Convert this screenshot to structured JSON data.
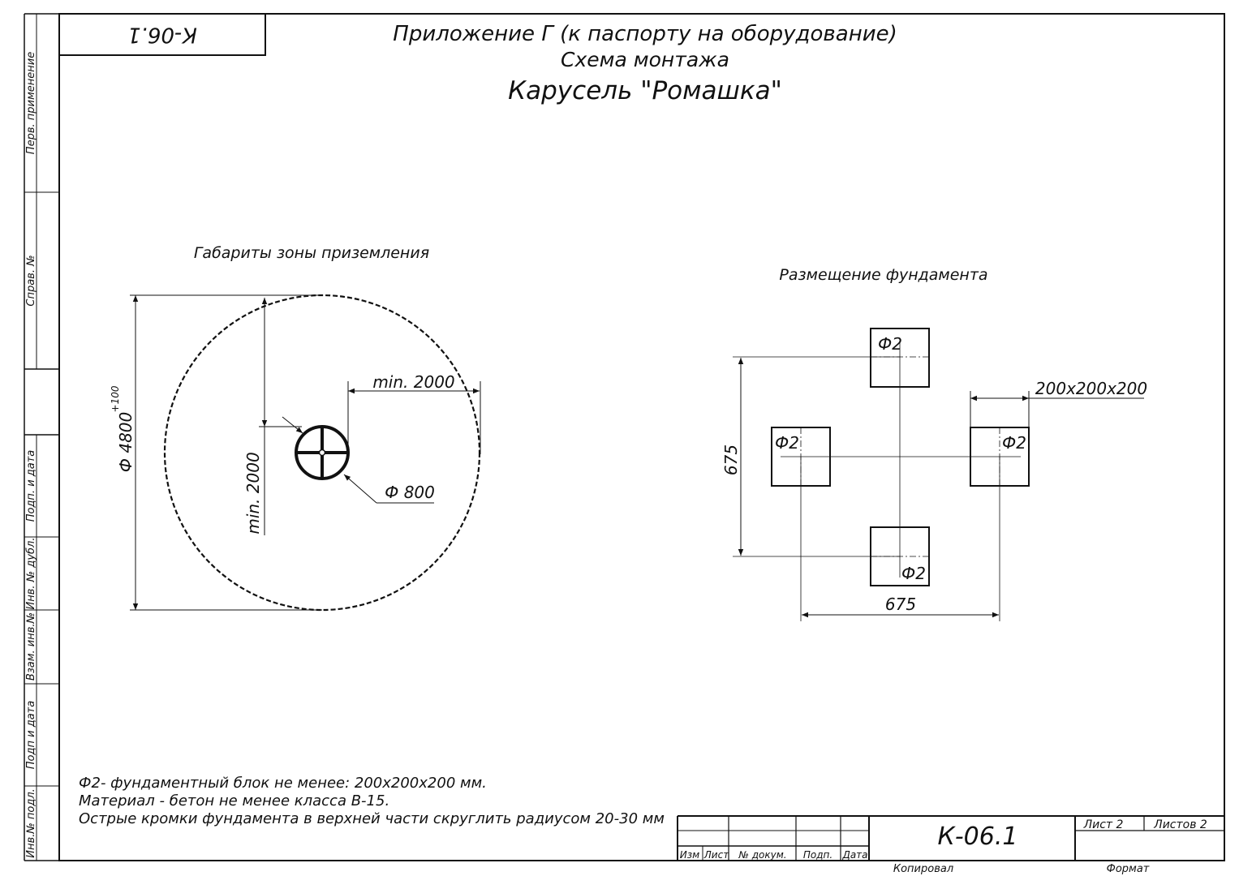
{
  "frame": {
    "stamp_code": "К-06.1",
    "side_labels": [
      "Перв. применение",
      "Справ. №",
      "Подп. и дата",
      "Инв. № дубл.",
      "Взам. инв.№",
      "Подп и дата",
      "Инв.№ подл."
    ]
  },
  "header": {
    "line1": "Приложение Г (к паспорту на оборудование)",
    "line2": "Схема монтажа",
    "line3": "Карусель \"Ромашка\""
  },
  "left_view": {
    "title": "Габариты зоны приземления",
    "dim_diameter": "Ф 4800",
    "dim_diameter_tolerance": "+100",
    "dim_min_vertical": "min. 2000",
    "dim_min_horizontal": "min. 2000",
    "dim_center_diameter": "Ф 800"
  },
  "right_view": {
    "title": "Размещение фундамента",
    "block_label": "Ф2",
    "dim_block_size": "200x200x200",
    "dim_vertical": "675",
    "dim_horizontal": "675"
  },
  "notes": [
    "Ф2- фундаментный блок не менее: 200х200х200 мм.",
    "Материал - бетон не менее класса В-15.",
    "Острые кромки фундамента в верхней части скруглить радиусом 20-30 мм"
  ],
  "title_block": {
    "code": "К-06.1",
    "sheet_label": "Лист 2",
    "sheets_label": "Листов 2",
    "col_izm": "Изм",
    "col_list": "Лист",
    "col_doc": "№ докум.",
    "col_sign": "Подп.",
    "col_date": "Дата",
    "copied": "Копировал",
    "format": "Формат"
  }
}
